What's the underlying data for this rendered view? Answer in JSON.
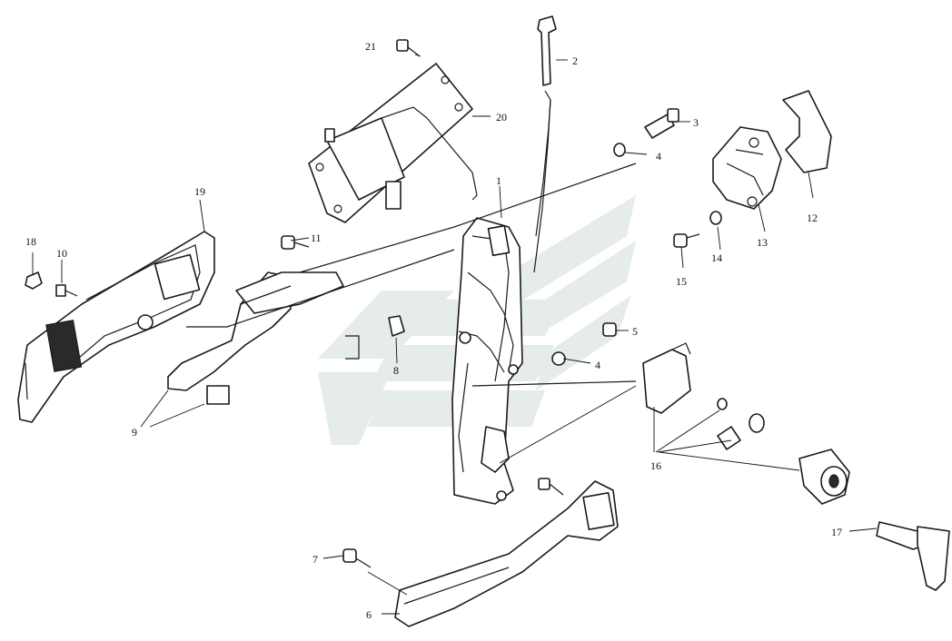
{
  "callouts": [
    {
      "id": "c1",
      "text": "1"
    },
    {
      "id": "c2",
      "text": "2"
    },
    {
      "id": "c3",
      "text": "3"
    },
    {
      "id": "c4a",
      "text": "4"
    },
    {
      "id": "c4b",
      "text": "4"
    },
    {
      "id": "c5",
      "text": "5"
    },
    {
      "id": "c6",
      "text": "6"
    },
    {
      "id": "c7",
      "text": "7"
    },
    {
      "id": "c8",
      "text": "8"
    },
    {
      "id": "c9",
      "text": "9"
    },
    {
      "id": "c10",
      "text": "10"
    },
    {
      "id": "c11",
      "text": "11"
    },
    {
      "id": "c12",
      "text": "12"
    },
    {
      "id": "c13",
      "text": "13"
    },
    {
      "id": "c14",
      "text": "14"
    },
    {
      "id": "c15",
      "text": "15"
    },
    {
      "id": "c16",
      "text": "16"
    },
    {
      "id": "c17",
      "text": "17"
    },
    {
      "id": "c18",
      "text": "18"
    },
    {
      "id": "c19",
      "text": "19"
    },
    {
      "id": "c20",
      "text": "20"
    },
    {
      "id": "c21",
      "text": "21"
    }
  ],
  "colors": {
    "line": "#1a1a1a",
    "watermark": "#e6ebec",
    "background": "#ffffff"
  }
}
